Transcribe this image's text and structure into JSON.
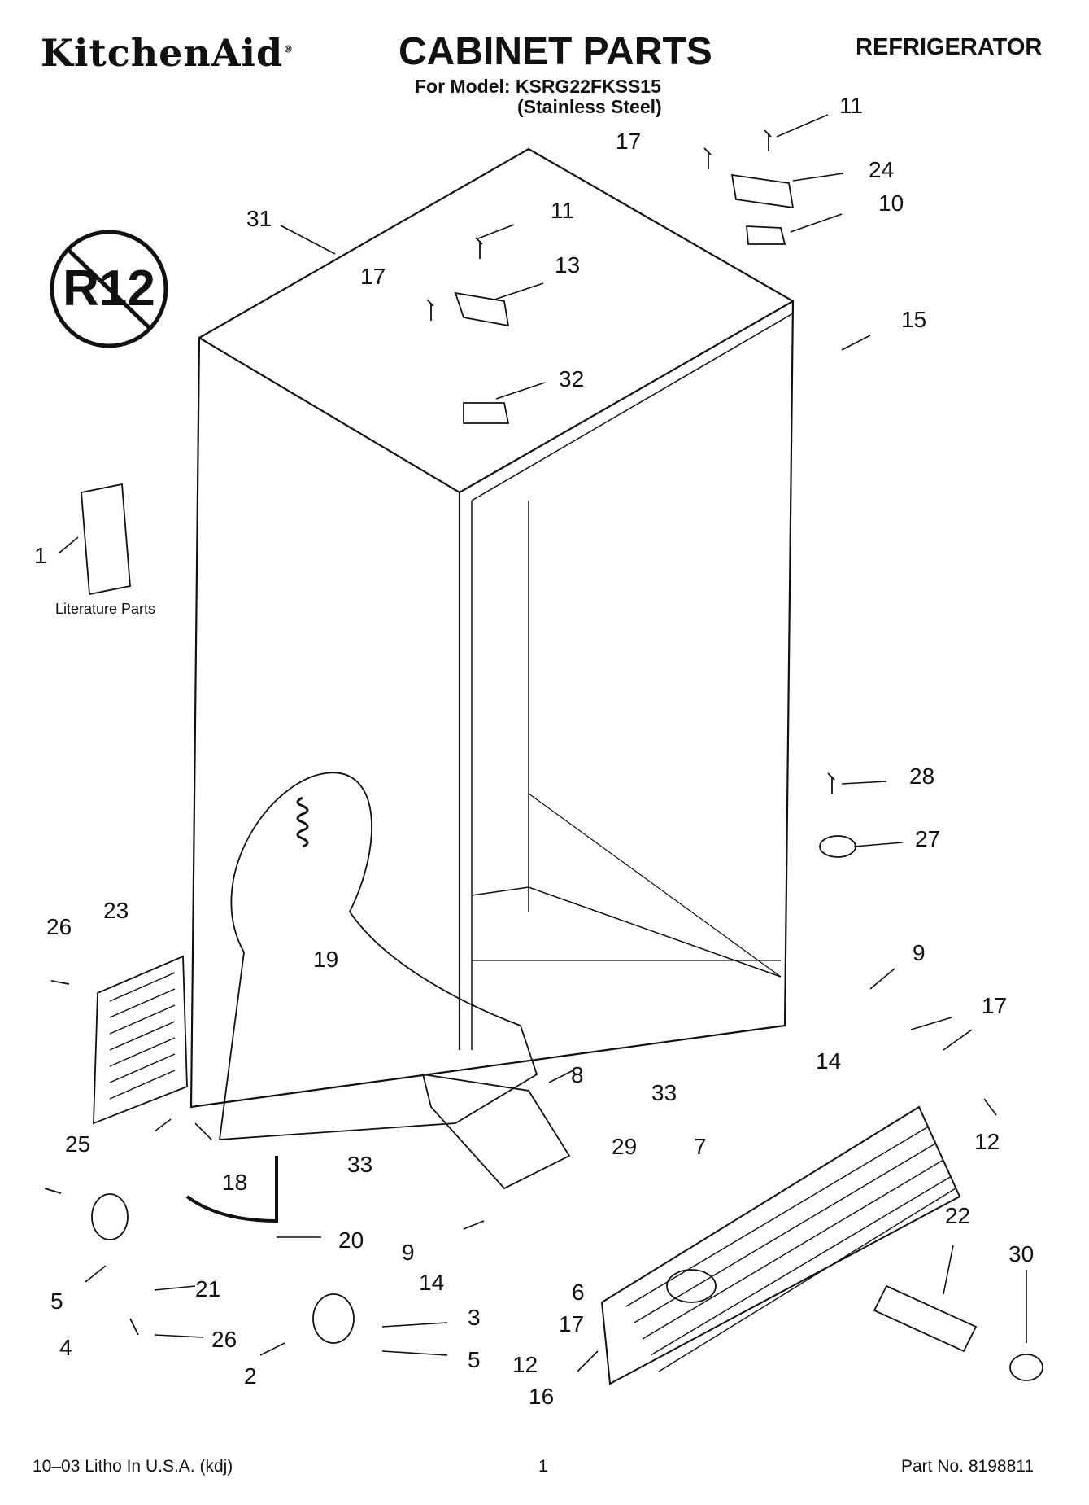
{
  "header": {
    "brand": "KitchenAid",
    "title": "CABINET PARTS",
    "product": "REFRIGERATOR",
    "model_line": "For Model: KSRG22FKSS15",
    "finish_line": "(Stainless Steel)"
  },
  "badge": {
    "text": "R12",
    "icon": "no-r12-refrigerant-icon"
  },
  "literature_label": "Literature Parts",
  "callouts": [
    "31",
    "17",
    "11",
    "13",
    "32",
    "17",
    "11",
    "24",
    "10",
    "15",
    "1",
    "28",
    "27",
    "26",
    "23",
    "19",
    "9",
    "17",
    "14",
    "33",
    "12",
    "8",
    "25",
    "18",
    "33",
    "29",
    "7",
    "20",
    "9",
    "14",
    "6",
    "17",
    "12",
    "22",
    "30",
    "5",
    "4",
    "21",
    "26",
    "2",
    "3",
    "5",
    "16"
  ],
  "footer": {
    "left": "10–03 Litho In U.S.A. (kdj)",
    "center": "1",
    "right": "Part No. 8198811"
  }
}
